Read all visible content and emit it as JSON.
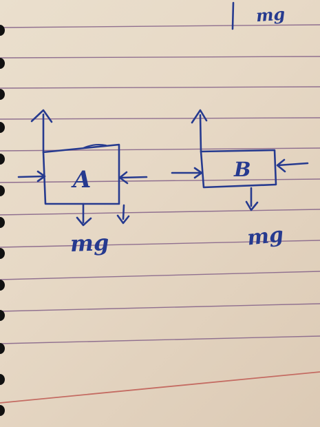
{
  "image": {
    "paper_color": "#eadfcd",
    "ruled_line_color": "#8f6f8f",
    "ink_color": "#263a8f",
    "binding_color": "#111111"
  },
  "labels": {
    "top_right_label": "mg",
    "block_a_label": "A",
    "block_a_weight": "mg",
    "block_b_label": "B",
    "block_b_weight": "mg"
  }
}
